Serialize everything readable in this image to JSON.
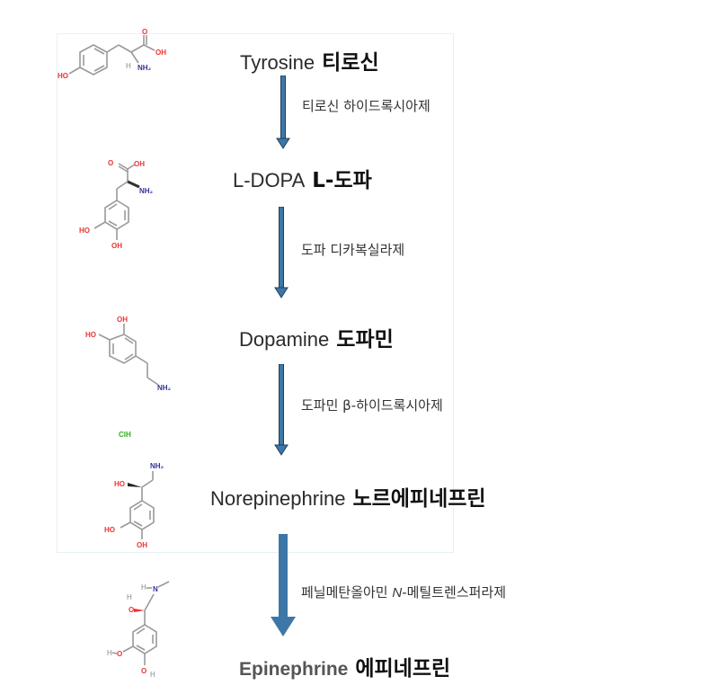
{
  "diagram": {
    "type": "biosynthesis-pathway",
    "title": "Catecholamine biosynthesis pathway",
    "colors": {
      "arrow": "#3d77a8",
      "arrow_outline": "#1f3e5a",
      "oxygen_label": "#ee3333",
      "nitrogen_label": "#333399",
      "chloride_label": "#33aa22",
      "frame_border": "#e6f1f6"
    },
    "compounds": [
      {
        "en": "Tyrosine",
        "ko": "티로신",
        "structure_labels": [
          "HO",
          "OH",
          "O",
          "NH2",
          "H"
        ]
      },
      {
        "en": "L-DOPA",
        "ko": "L-도파",
        "structure_labels": [
          "HO",
          "OH",
          "O",
          "OH",
          "NH2"
        ]
      },
      {
        "en": "Dopamine",
        "ko": "도파민",
        "structure_labels": [
          "HO",
          "OH",
          "NH2",
          "ClH"
        ]
      },
      {
        "en": "Norepinephrine",
        "ko": "노르에피네프린",
        "structure_labels": [
          "NH2",
          "HO",
          "HO",
          "OH"
        ]
      },
      {
        "en": "Epinephrine",
        "ko": "에피네프린",
        "structure_labels": [
          "H",
          "N",
          "O",
          "H",
          "O",
          "H",
          "O",
          "H"
        ]
      }
    ],
    "enzymes": [
      {
        "label": "티로신 하이드록시아제"
      },
      {
        "label": "도파 디카복실라제"
      },
      {
        "label": "도파민 β-하이드록시아제"
      },
      {
        "label_prefix": "페닐메탄올아민 ",
        "label_italic": "N",
        "label_suffix": "-메틸트렌스퍼라제"
      }
    ]
  }
}
